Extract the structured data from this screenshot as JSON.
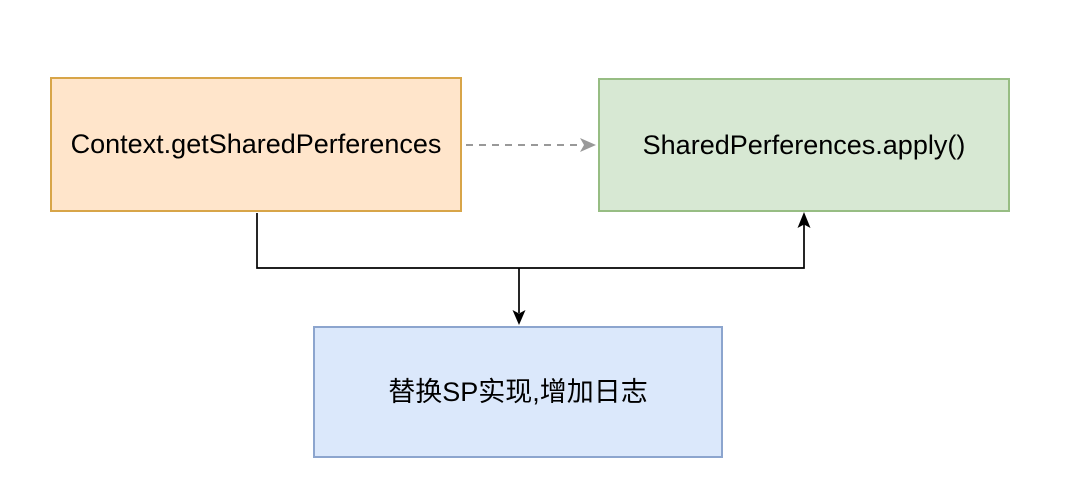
{
  "diagram": {
    "type": "flowchart",
    "background": "#FFFFFF",
    "nodes": [
      {
        "id": "context",
        "label": "Context.getSharedPerferences",
        "fill": "#FFE5CB",
        "border": "#D8A548",
        "text_color": "#000000"
      },
      {
        "id": "apply",
        "label": "SharedPerferences.apply()",
        "fill": "#D7E8D3",
        "border": "#97BD83",
        "text_color": "#000000"
      },
      {
        "id": "replace",
        "label": "替换SP实现,增加日志",
        "fill": "#DBE8FB",
        "border": "#8CA5CE",
        "text_color": "#000000"
      }
    ],
    "edges": [
      {
        "id": "context-to-apply-dashed",
        "from": "context",
        "to": "apply",
        "line": "dashed",
        "color": "#999999"
      },
      {
        "id": "context-to-replace",
        "from": "context",
        "to": "replace",
        "line": "solid",
        "color": "#000000"
      },
      {
        "id": "context-to-apply-elbow",
        "from": "context",
        "to": "apply",
        "line": "solid",
        "color": "#000000"
      }
    ]
  }
}
